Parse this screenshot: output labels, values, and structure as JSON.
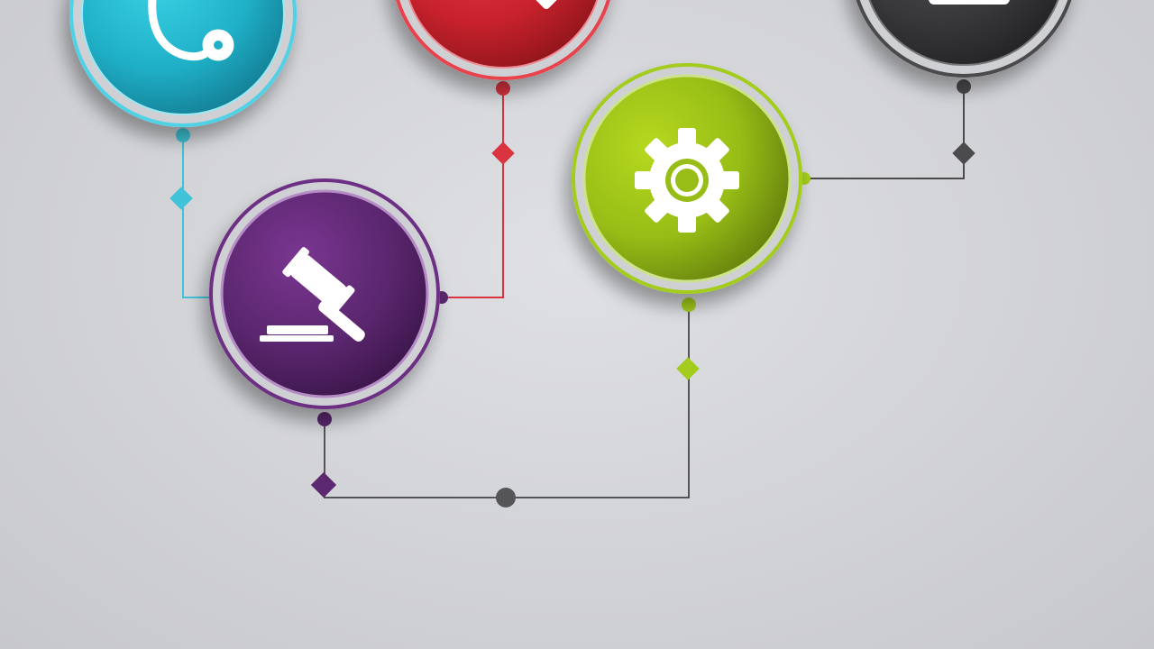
{
  "diagram": {
    "type": "infographic-connector-network",
    "text_labels": [],
    "nodes": [
      {
        "id": "medical",
        "icon": "stethoscope-icon",
        "color": "#1fb4cc",
        "ring": "#4fd2e6"
      },
      {
        "id": "health",
        "icon": "heartbeat-icon",
        "color": "#cf2530",
        "ring": "#e8424d"
      },
      {
        "id": "business",
        "icon": "briefcase-icon",
        "color": "#3a3a3c",
        "ring": "#4a4a4d"
      },
      {
        "id": "law",
        "icon": "gavel-icon",
        "color": "#5c2870",
        "ring": "#6d2f83"
      },
      {
        "id": "engineering",
        "icon": "gear-icon",
        "color": "#9cc217",
        "ring": "#a3cc1d"
      }
    ],
    "connectors": [
      {
        "from": "medical",
        "to": "law",
        "color": "#3fc3d6"
      },
      {
        "from": "health",
        "to": "law",
        "color": "#d9343f"
      },
      {
        "from": "business",
        "to": "engineering",
        "color": "#4b4b4d"
      },
      {
        "from": "law",
        "to": "engineering",
        "color": "#555558"
      }
    ]
  }
}
